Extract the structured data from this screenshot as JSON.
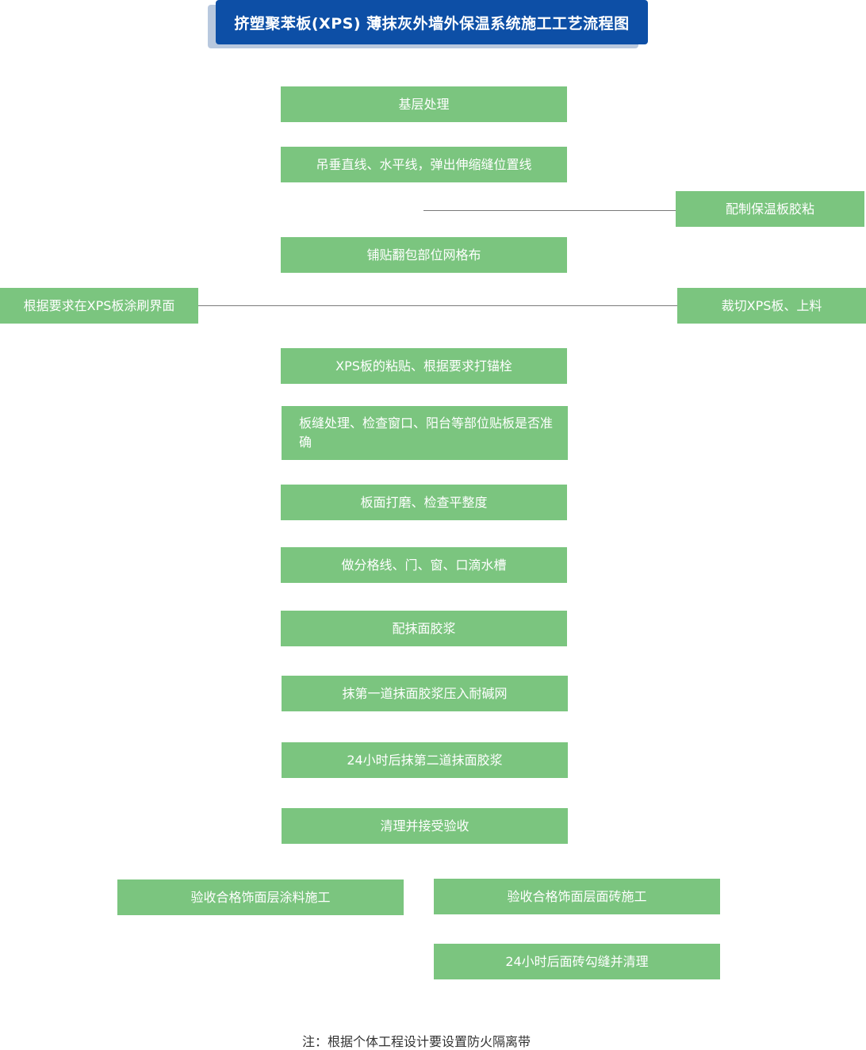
{
  "title": "挤塑聚苯板(XPS) 薄抹灰外墙外保温系统施工工艺流程图",
  "steps": [
    "基层处理",
    "吊垂直线、水平线，弹出伸缩缝位置线",
    "铺贴翻包部位网格布",
    "XPS板的粘贴、根据要求打锚栓",
    "板缝处理、检查窗口、阳台等部位贴板是否准确",
    "板面打磨、检查平整度",
    "做分格线、门、窗、口滴水槽",
    "配抹面胶浆",
    "抹第一道抹面胶浆压入耐碱网",
    "24小时后抹第二道抹面胶浆",
    "清理并接受验收"
  ],
  "side_steps": {
    "prepare_adhesive": "配制保温板胶粘",
    "interface_coating": "根据要求在XPS板涂刷界面",
    "cut_xps": "裁切XPS板、上料"
  },
  "finish_options": {
    "paint": "验收合格饰面层涂料施工",
    "tile": "验收合格饰面层面砖施工",
    "tile_cleanup": "24小时后面砖勾缝并清理"
  },
  "note": "注：根据个体工程设计要设置防火隔离带",
  "colors": {
    "title_bg": "#0d4fa6",
    "box_bg": "#7bc57f",
    "connector": "#7a7a7a"
  }
}
